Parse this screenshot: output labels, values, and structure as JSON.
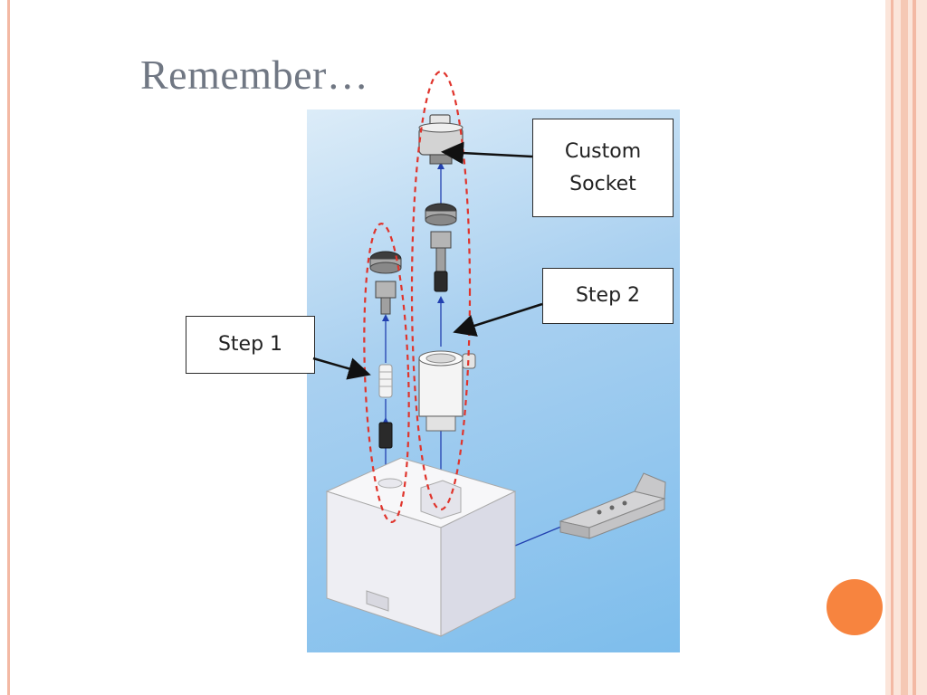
{
  "slide": {
    "title": "Remember…",
    "colors": {
      "accent": "#f7843f",
      "rule": "#f3b9a4",
      "title": "#707783",
      "dashed_outline": "#e0342c",
      "arrow": "#1e3fa8"
    }
  },
  "callouts": {
    "custom_socket": [
      "Custom",
      "Socket"
    ],
    "step2": "Step 2",
    "step1": "Step 1"
  }
}
